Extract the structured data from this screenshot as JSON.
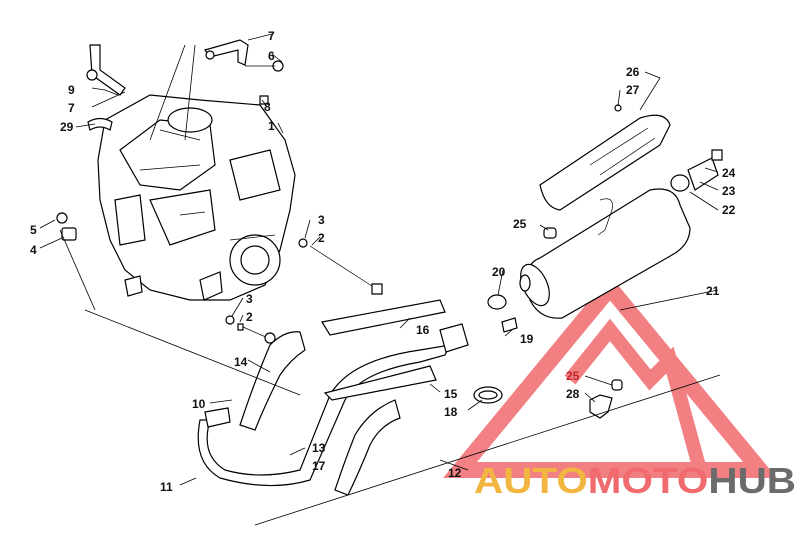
{
  "callouts": [
    {
      "id": "c7a",
      "text": "7"
    },
    {
      "id": "c6",
      "text": "6"
    },
    {
      "id": "c9",
      "text": "9"
    },
    {
      "id": "c7b",
      "text": "7"
    },
    {
      "id": "c8",
      "text": "8"
    },
    {
      "id": "c1",
      "text": "1"
    },
    {
      "id": "c29",
      "text": "29"
    },
    {
      "id": "c5",
      "text": "5"
    },
    {
      "id": "c4",
      "text": "4"
    },
    {
      "id": "c3a",
      "text": "3"
    },
    {
      "id": "c2a",
      "text": "2"
    },
    {
      "id": "c3b",
      "text": "3"
    },
    {
      "id": "c2b",
      "text": "2"
    },
    {
      "id": "c14",
      "text": "14"
    },
    {
      "id": "c16",
      "text": "16"
    },
    {
      "id": "c10",
      "text": "10"
    },
    {
      "id": "c11",
      "text": "11"
    },
    {
      "id": "c13",
      "text": "13"
    },
    {
      "id": "c17",
      "text": "17"
    },
    {
      "id": "c15",
      "text": "15"
    },
    {
      "id": "c18",
      "text": "18"
    },
    {
      "id": "c12",
      "text": "12"
    },
    {
      "id": "c20",
      "text": "20"
    },
    {
      "id": "c19",
      "text": "19"
    },
    {
      "id": "c21",
      "text": "21"
    },
    {
      "id": "c25a",
      "text": "25"
    },
    {
      "id": "c26",
      "text": "26"
    },
    {
      "id": "c27",
      "text": "27"
    },
    {
      "id": "c24",
      "text": "24"
    },
    {
      "id": "c23",
      "text": "23"
    },
    {
      "id": "c22",
      "text": "22"
    },
    {
      "id": "c25b",
      "text": "25"
    },
    {
      "id": "c28",
      "text": "28"
    }
  ],
  "watermark": {
    "part1": "AUTO",
    "part2": "MOTO",
    "part3": "HUB",
    "colors": {
      "auto": "#f2b640",
      "moto": "#f06a6e",
      "hub": "#6b6b6b",
      "triangle": "#f06a6e"
    }
  }
}
